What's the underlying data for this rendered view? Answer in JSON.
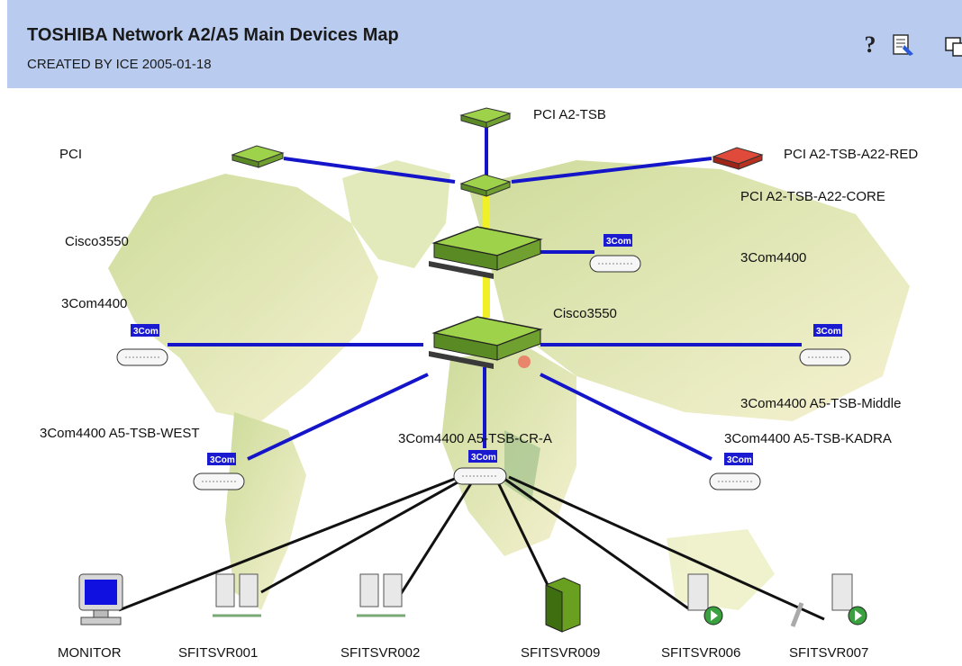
{
  "header": {
    "title": "TOSHIBA Network A2/A5 Main Devices Map",
    "subtitle": "CREATED BY ICE 2005-01-18"
  },
  "icons": {
    "help": "help-icon",
    "report": "report-icon",
    "window": "window-icon"
  },
  "labels": {
    "pci_top": "PCI A2-TSB",
    "pci_left": "PCI",
    "pci_right": "PCI A2-TSB-A22-RED",
    "pci_core": "PCI A2-TSB-A22-CORE",
    "cisco_left": "Cisco3550",
    "com_right_top": "3Com4400",
    "com_left": "3Com4400",
    "cisco_mid": "Cisco3550",
    "com_right_mid": "3Com4400 A5-TSB-Middle",
    "com_left_bottom": "3Com4400 A5-TSB-WEST",
    "com_center": "3Com4400 A5-TSB-CR-A",
    "com_right_bottom": "3Com4400 A5-TSB-KADRA",
    "hub_tag": "3Com"
  },
  "devices": [
    {
      "name": "MONITOR"
    },
    {
      "name": "SFITSVR001"
    },
    {
      "name": "SFITSVR002"
    },
    {
      "name": "SFITSVR009"
    },
    {
      "name": "SFITSVR006"
    },
    {
      "name": "SFITSVR007"
    }
  ],
  "colors": {
    "header_bg": "#b9ccf0",
    "link": "#1414c8",
    "stack_link": "#f0f028",
    "switch_green": "#8cc83c",
    "alarm_red": "#d23228",
    "map_land": "#d8e4a0"
  }
}
